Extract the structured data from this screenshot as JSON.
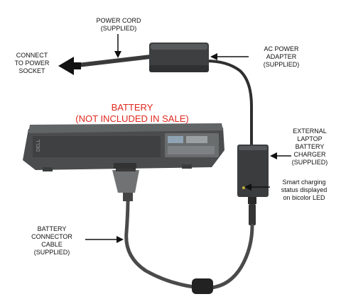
{
  "colors": {
    "cord": "#3a3a3a",
    "device": "#3d3f40",
    "battery": "#4a4c4d",
    "arrow": "#111111",
    "red_label": "#e0261d",
    "led": "#c9b23a"
  },
  "labels": {
    "power_cord": [
      "POWER CORD",
      "(SUPPLIED)"
    ],
    "connect": [
      "CONNECT",
      "TO POWER",
      "SOCKET"
    ],
    "ac_adapter": [
      "AC POWER",
      "ADAPTER",
      "(SUPPLIED)"
    ],
    "battery": [
      "BATTERY",
      "(NOT INCLUDED IN SALE)"
    ],
    "external_charger": [
      "EXTERNAL",
      "LAPTOP",
      "BATTERY",
      "CHARGER",
      "(SUPPLIED)"
    ],
    "smart_charging": [
      "Smart charging",
      "status displayed",
      "on bicolor LED"
    ],
    "connector_cable": [
      "BATTERY",
      "CONNECTOR",
      "CABLE",
      "(SUPPLIED)"
    ]
  },
  "battery_marking": "DELL"
}
